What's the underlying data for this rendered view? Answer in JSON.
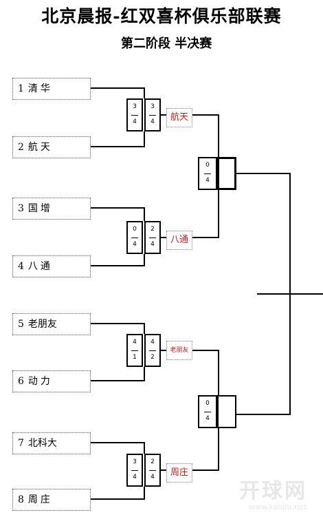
{
  "title": "北京晨报-红双喜杯俱乐部联赛",
  "subtitle": "第二阶段  半决赛",
  "teams": [
    {
      "num": "1",
      "name": "清华"
    },
    {
      "num": "2",
      "name": "航天"
    },
    {
      "num": "3",
      "name": "国增"
    },
    {
      "num": "4",
      "name": "八通"
    },
    {
      "num": "5",
      "name": "老朋友"
    },
    {
      "num": "6",
      "name": "动力"
    },
    {
      "num": "7",
      "name": "北科大"
    },
    {
      "num": "8",
      "name": "周庄"
    }
  ],
  "matches": [
    {
      "score_left": {
        "top": "3",
        "bottom": "4"
      },
      "score_right": {
        "top": "3",
        "bottom": "4"
      },
      "winner": "航天"
    },
    {
      "score_left": {
        "top": "0",
        "bottom": "4"
      },
      "score_right": {
        "top": "2",
        "bottom": "4"
      },
      "winner": "八通"
    },
    {
      "score_left": {
        "top": "4",
        "bottom": "1"
      },
      "score_right": {
        "top": "4",
        "bottom": "2"
      },
      "winner": "老朋友"
    },
    {
      "score_left": {
        "top": "3",
        "bottom": "4"
      },
      "score_right": {
        "top": "2",
        "bottom": "4"
      },
      "winner": "周庄"
    }
  ],
  "semifinals": [
    {
      "score": {
        "top": "0",
        "bottom": "4"
      }
    },
    {
      "score": {
        "top": "0",
        "bottom": "4"
      }
    }
  ],
  "watermark": {
    "text": "开球网",
    "url": "www.kaiqiu.net"
  }
}
